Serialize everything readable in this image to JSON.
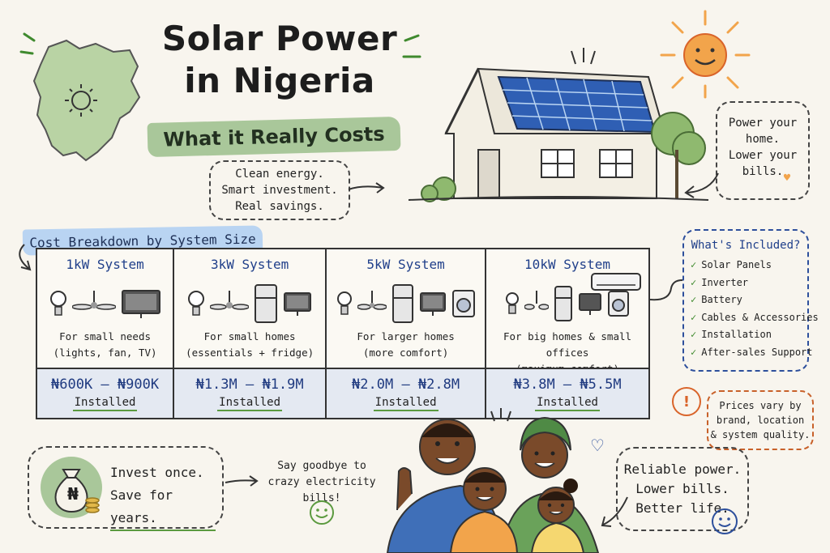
{
  "title_line1": "Solar Power",
  "title_line2": "in Nigeria",
  "subtitle": "What it Really Costs",
  "tagline": [
    "Clean energy.",
    "Smart investment.",
    "Real savings."
  ],
  "power_note": [
    "Power your",
    "home.",
    "Lower your",
    "bills."
  ],
  "section_label": "Cost Breakdown by System Size",
  "systems": [
    {
      "name": "1kW System",
      "desc1": "For small needs",
      "desc2": "(lights, fan, TV)",
      "price": "₦600K – ₦900K",
      "installed": "Installed"
    },
    {
      "name": "3kW System",
      "desc1": "For small homes",
      "desc2": "(essentials + fridge)",
      "price": "₦1.3M – ₦1.9M",
      "installed": "Installed"
    },
    {
      "name": "5kW System",
      "desc1": "For larger homes",
      "desc2": "(more comfort)",
      "price": "₦2.0M – ₦2.8M",
      "installed": "Installed"
    },
    {
      "name": "10kW System",
      "desc1": "For big homes & small offices",
      "desc2": "(maximum comfort)",
      "price": "₦3.8M – ₦5.5M",
      "installed": "Installed"
    }
  ],
  "included": {
    "heading": "What's Included?",
    "items": [
      "Solar Panels",
      "Inverter",
      "Battery",
      "Cables & Accessories",
      "Installation",
      "After-sales Support"
    ]
  },
  "prices_note": [
    "Prices vary by",
    "brand, location",
    "& system quality."
  ],
  "warning_symbol": "!",
  "invest": [
    "Invest once.",
    "Save for years."
  ],
  "money_symbol": "₦",
  "goodbye": [
    "Say goodbye to",
    "crazy electricity bills!"
  ],
  "reliable": [
    "Reliable power.",
    "Lower bills.",
    "Better life."
  ],
  "colors": {
    "green": "#a9c79a",
    "blue": "#b9d4f2",
    "navy": "#1f3f8a",
    "orange": "#d9642a",
    "sun": "#f2a44b"
  }
}
